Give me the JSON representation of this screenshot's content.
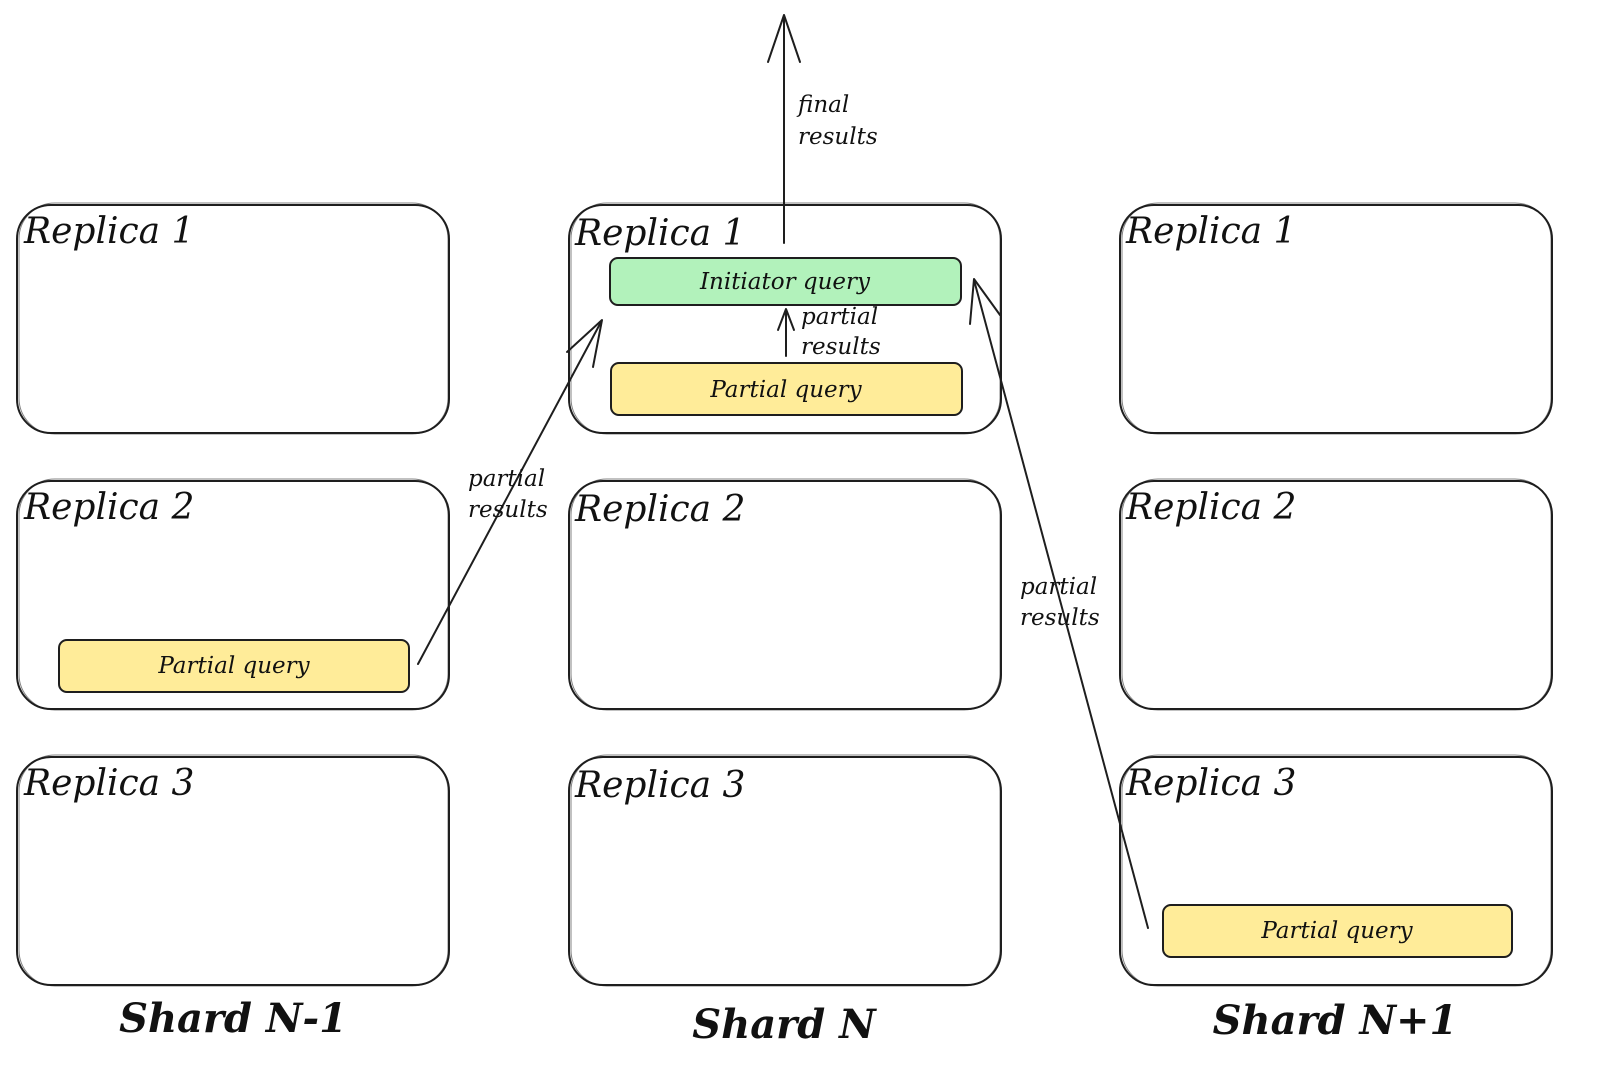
{
  "shards": [
    {
      "label": "Shard N-1",
      "replicas": [
        {
          "label": "Replica 1",
          "query": ""
        },
        {
          "label": "Replica 2",
          "query": "Partial query"
        },
        {
          "label": "Replica 3",
          "query": ""
        }
      ]
    },
    {
      "label": "Shard N",
      "replicas": [
        {
          "label": "Replica 1",
          "initiator_query": "Initiator query",
          "query": "Partial query",
          "inner_edge": "partial\nresults"
        },
        {
          "label": "Replica 2",
          "query": ""
        },
        {
          "label": "Replica 3",
          "query": ""
        }
      ]
    },
    {
      "label": "Shard N+1",
      "replicas": [
        {
          "label": "Replica 1",
          "query": ""
        },
        {
          "label": "Replica 2",
          "query": ""
        },
        {
          "label": "Replica 3",
          "query": "Partial query"
        }
      ]
    }
  ],
  "edges": {
    "final": "final\nresults",
    "from_left": "partial\nresults",
    "from_right": "partial\nresults"
  },
  "colors": {
    "partial_query_fill": "#ffec99",
    "initiator_query_fill": "#b2f2bb",
    "stroke": "#1e1e1e"
  }
}
